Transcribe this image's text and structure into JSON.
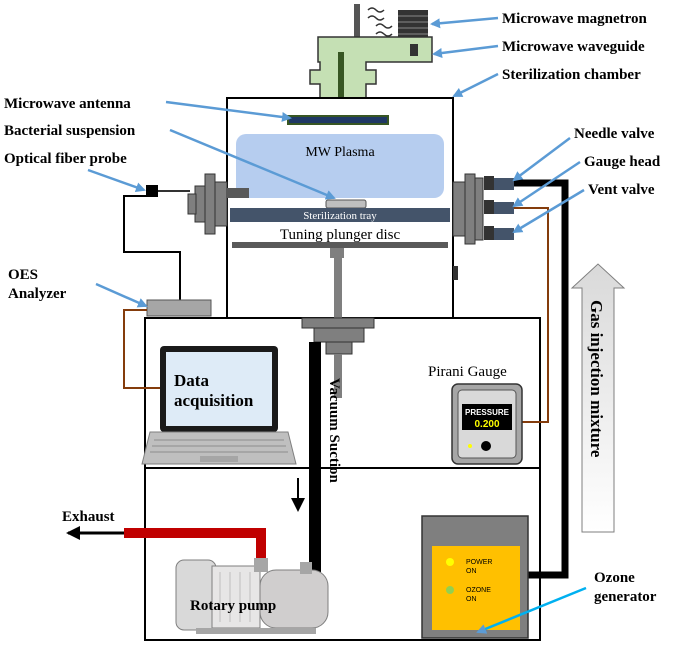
{
  "labels": {
    "microwave_magnetron": "Microwave magnetron",
    "microwave_waveguide": "Microwave waveguide",
    "sterilization_chamber": "Sterilization chamber",
    "microwave_antenna": "Microwave antenna",
    "bacterial_suspension": "Bacterial suspension",
    "optical_fiber_probe": "Optical fiber probe",
    "needle_valve": "Needle valve",
    "gauge_head": "Gauge head",
    "vent_valve": "Vent valve",
    "mw_plasma": "MW Plasma",
    "sterilization_tray": "Sterilization tray",
    "tuning_plunger_disc": "Tuning plunger disc",
    "oes_analyzer_line1": "OES",
    "oes_analyzer_line2": "Analyzer",
    "data_acquisition_line1": "Data",
    "data_acquisition_line2": "acquisition",
    "pirani_gauge": "Pirani Gauge",
    "pressure_label": "PRESSURE",
    "pressure_value": "0.200",
    "vacuum_suction": "Vacuum Suction",
    "gas_injection_mixture": "Gas injection mixture",
    "exhaust": "Exhaust",
    "rotary_pump": "Rotary pump",
    "ozone_generator_line1": "Ozone",
    "ozone_generator_line2": "generator",
    "power_on_line1": "POWER",
    "power_on_line2": "ON",
    "ozone_on_line1": "OZONE",
    "ozone_on_line2": "ON"
  },
  "colors": {
    "arrow": "#5b9bd5",
    "chamber_gray": "#7f7f7f",
    "waveguide_green": "#c5e0b4",
    "plasma_blue": "#a9c4ec",
    "tray_navy": "#44546a",
    "ozone_yellow": "#ffc000",
    "exhaust_red": "#c00000",
    "cable_brown": "#843c0c",
    "pressure_display": "#ffff00"
  }
}
